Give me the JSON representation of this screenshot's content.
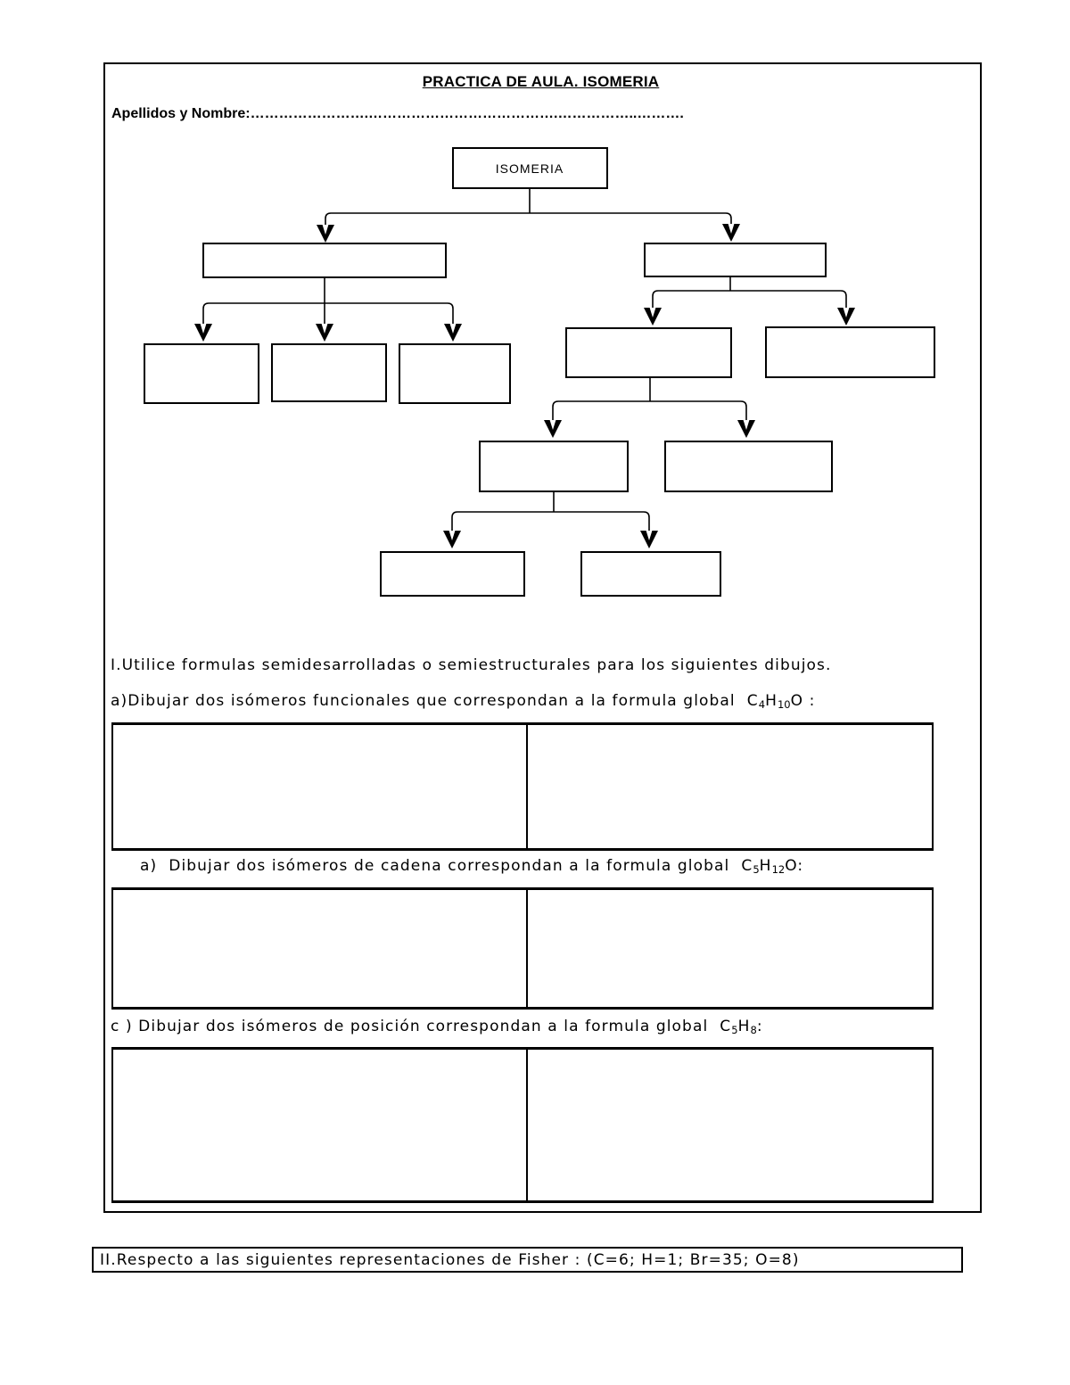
{
  "document": {
    "title": "PRACTICA DE AULA. ISOMERIA",
    "name_field_label": "Apellidos y Nombre:…………………….………………………………….……………..………."
  },
  "diagram": {
    "root_label": "ISOMERIA"
  },
  "exercise1": {
    "intro": "I.Utilice formulas semidesarrolladas o semiestructurales para los siguientes dibujos.",
    "item_a": {
      "text": "a)Dibujar dos isómeros funcionales que correspondan a la formula global  C",
      "sub1": "4",
      "mid": "H",
      "sub2": "10",
      "tail": "O :"
    },
    "item_b": {
      "text": "a)  Dibujar dos isómeros de cadena correspondan a la formula global  C",
      "sub1": "5",
      "mid": "H",
      "sub2": "12",
      "tail": "O:"
    },
    "item_c": {
      "text": "c ) Dibujar dos isómeros de posición correspondan a la formula global  C",
      "sub1": "5",
      "mid": "H",
      "sub2": "8",
      "tail": ":"
    }
  },
  "exercise2": {
    "heading": "II.Respecto a las siguientes representaciones de Fisher : (C=6; H=1; Br=35; O=8)"
  }
}
